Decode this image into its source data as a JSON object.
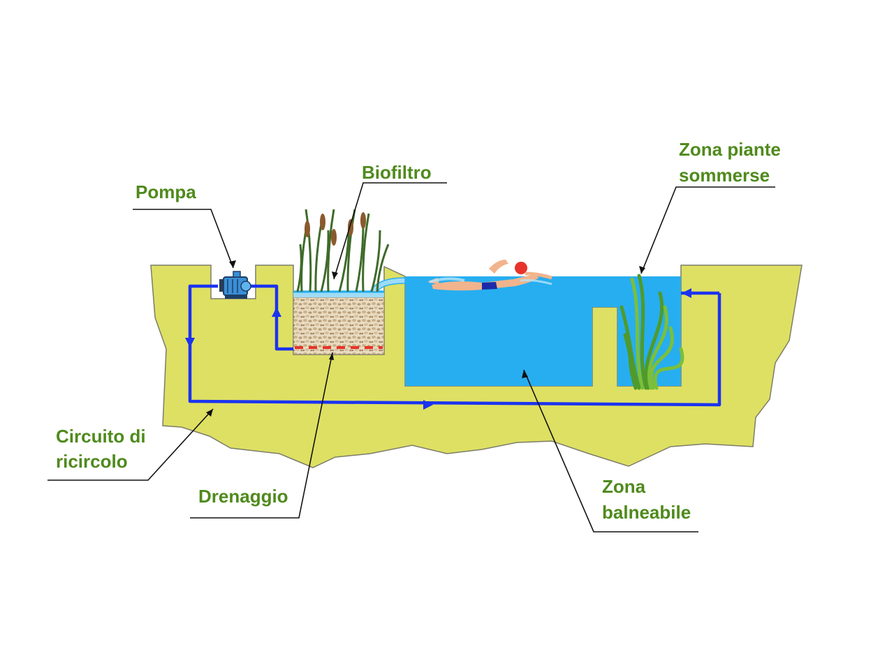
{
  "labels": {
    "pump": "Pompa",
    "biofilter": "Biofiltro",
    "submerged_plants": [
      "Zona piante",
      "sommerse"
    ],
    "recirculation": [
      "Circuito di",
      "ricircolo"
    ],
    "drainage": "Drenaggio",
    "swimming_zone": [
      "Zona",
      "balneabile"
    ]
  },
  "colors": {
    "ground": "#dee063",
    "ground_outline": "#7c7c6a",
    "water": "#27aef0",
    "pipe": "#1b33f0",
    "drain": "#e8332a",
    "label": "#4f8a1c",
    "gravel": "#e4d3b5",
    "reeds": "#3f6b2a",
    "plants": "#4f9a2a"
  }
}
